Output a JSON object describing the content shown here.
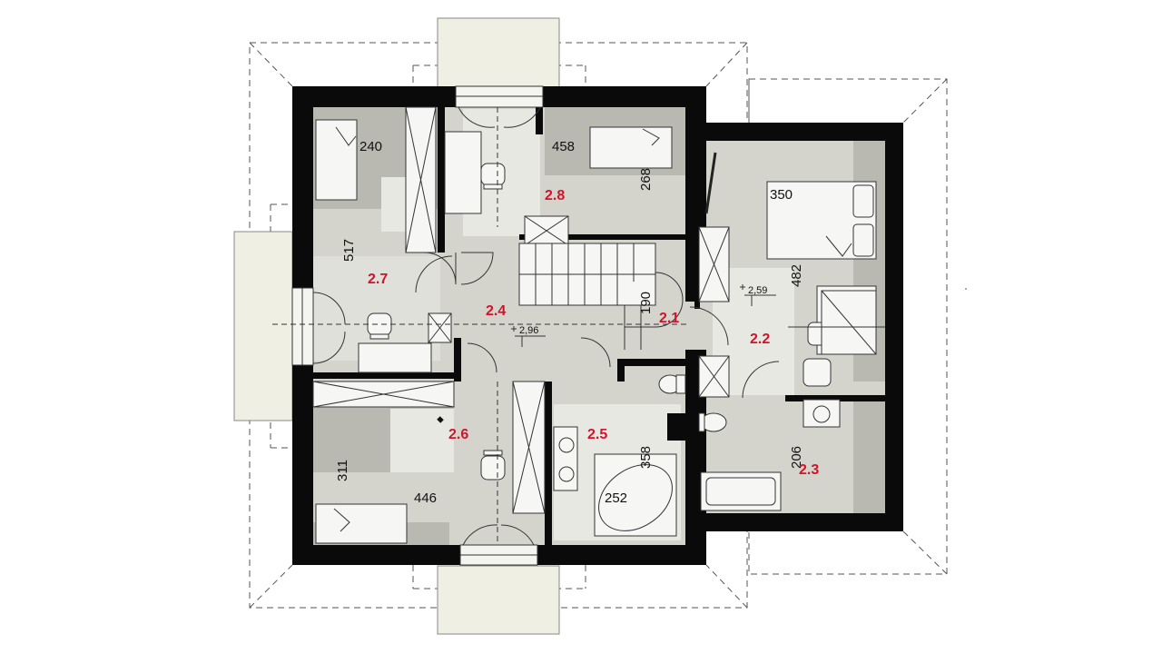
{
  "colors": {
    "wall": "#0a0a0a",
    "floor": "#d4d4cd",
    "floor_dark": "#b9b9b2",
    "floor_light": "#e8e8e2",
    "room_label": "#d0142b",
    "balcony": "#efefe3"
  },
  "rooms": [
    {
      "id": "2.1",
      "label": "2.1"
    },
    {
      "id": "2.2",
      "label": "2.2"
    },
    {
      "id": "2.3",
      "label": "2.3"
    },
    {
      "id": "2.4",
      "label": "2.4"
    },
    {
      "id": "2.5",
      "label": "2.5"
    },
    {
      "id": "2.6",
      "label": "2.6"
    },
    {
      "id": "2.7",
      "label": "2.7"
    },
    {
      "id": "2.8",
      "label": "2.8"
    }
  ],
  "dimensions": {
    "d240": "240",
    "d458": "458",
    "d268": "268",
    "d350": "350",
    "d517": "517",
    "d482": "482",
    "d190": "190",
    "d311": "311",
    "d446": "446",
    "d358": "358",
    "d252": "252",
    "d206": "206"
  },
  "levels": {
    "hall": "2,96",
    "room_2_2": "2,59"
  },
  "icons": [
    "door-swing-icon",
    "window-icon",
    "desk-chair-icon",
    "bed-icon",
    "wardrobe-icon",
    "staircase-icon",
    "toilet-icon",
    "washbasin-icon",
    "bathtub-icon",
    "shower-icon"
  ]
}
